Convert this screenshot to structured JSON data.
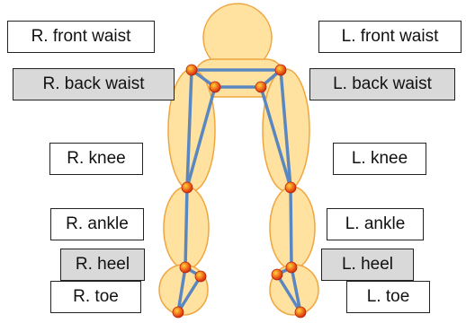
{
  "labels": {
    "r_front_waist": "R. front waist",
    "l_front_waist": "L. front waist",
    "r_back_waist": "R. back waist",
    "l_back_waist": "L. back waist",
    "r_knee": "R. knee",
    "l_knee": "L. knee",
    "r_ankle": "R. ankle",
    "l_ankle": "L. ankle",
    "r_heel": "R. heel",
    "l_heel": "L. heel",
    "r_toe": "R. toe",
    "l_toe": "L. toe"
  },
  "colors": {
    "segment_fill": "#ffe2a0",
    "segment_stroke": "#f0a640",
    "bone": "#5b87c0",
    "marker": "#e83515",
    "marker_highlight": "#ffd23a",
    "label_fill_front": "#ffffff",
    "label_fill_back": "#d9d9d9"
  }
}
